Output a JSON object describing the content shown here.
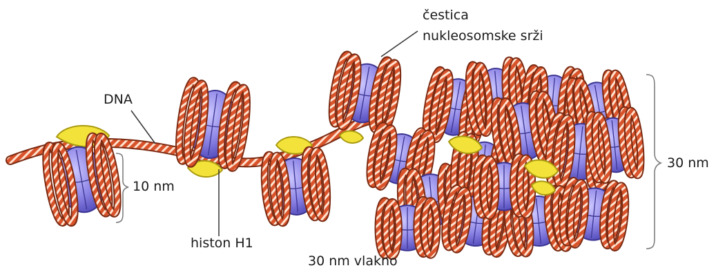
{
  "labels": {
    "dna": "DNA",
    "core_particle_line1": "čestica",
    "core_particle_line2": "nukleosomske srži",
    "size_10nm": "10 nm",
    "histone_h1": "histon H1",
    "size_30nm": "30 nm",
    "fiber_30nm": "30 nm vlakno"
  },
  "colors": {
    "dna_strand": "#d9532b",
    "dna_stripe": "#ffe3cf",
    "dna_outline": "#7a2a12",
    "histone_core": "#8f87e6",
    "histone_highlight": "#c9c3ff",
    "histone_outline": "#3a3490",
    "histone_h1": "#f2e23a",
    "histone_h1_outline": "#a99a10",
    "line": "#333333"
  }
}
